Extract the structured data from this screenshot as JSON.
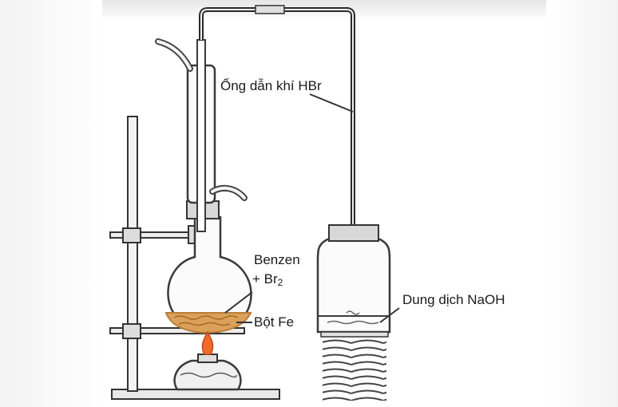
{
  "labels": {
    "hbr_tube": "Ống dẫn khí HBr",
    "benzen": "Benzen",
    "br2_prefix": "+ Br",
    "br2_subscript": "2",
    "fe_powder": "Bột Fe",
    "naoh_solution": "Dung dịch NaOH"
  },
  "colors": {
    "outline": "#3a3a3a",
    "tube": "#2b2b2b",
    "liquid": "#d9a15a",
    "liquid_dark": "#b97d36",
    "flame": "#f06a2a",
    "glass": "#fbfbfb"
  }
}
